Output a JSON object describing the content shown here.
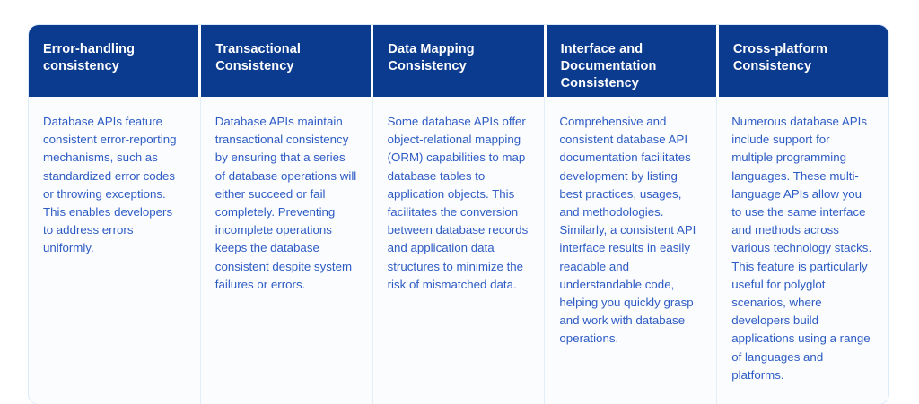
{
  "table": {
    "accent_header_color": "#0b3b8f",
    "body_text_color": "#2d5bc4",
    "body_background_color": "#fbfcfe",
    "border_color": "#dcebfa",
    "columns": [
      {
        "header": "Error-handling consistency",
        "body": "Database APIs feature consistent error-reporting mechanisms, such as standardized error codes or throwing exceptions. This enables developers to address errors uniformly."
      },
      {
        "header": "Transactional Consistency",
        "body": "Database APIs maintain transactional consistency by ensuring that a series of database operations will either succeed or fail completely. Preventing incomplete operations keeps the database consistent despite system failures or errors."
      },
      {
        "header": "Data Mapping Consistency",
        "body": "Some database APIs offer object-relational mapping (ORM) capabilities to map database tables to application objects. This facilitates the conversion between database records and application data structures to minimize the risk of mismatched data."
      },
      {
        "header": "Interface and Documentation Consistency",
        "body": "Comprehensive and consistent database API documentation facilitates development by listing best practices, usages, and methodologies. Similarly, a consistent API interface results in easily readable and understandable code, helping you quickly grasp and work with database operations."
      },
      {
        "header": "Cross-platform Consistency",
        "body": "Numerous database APIs include support for multiple programming languages. These multi-language APIs allow you to use the same interface and methods across various technology stacks. This feature is particularly useful for polyglot scenarios, where developers build applications using a range of languages and platforms."
      }
    ]
  }
}
